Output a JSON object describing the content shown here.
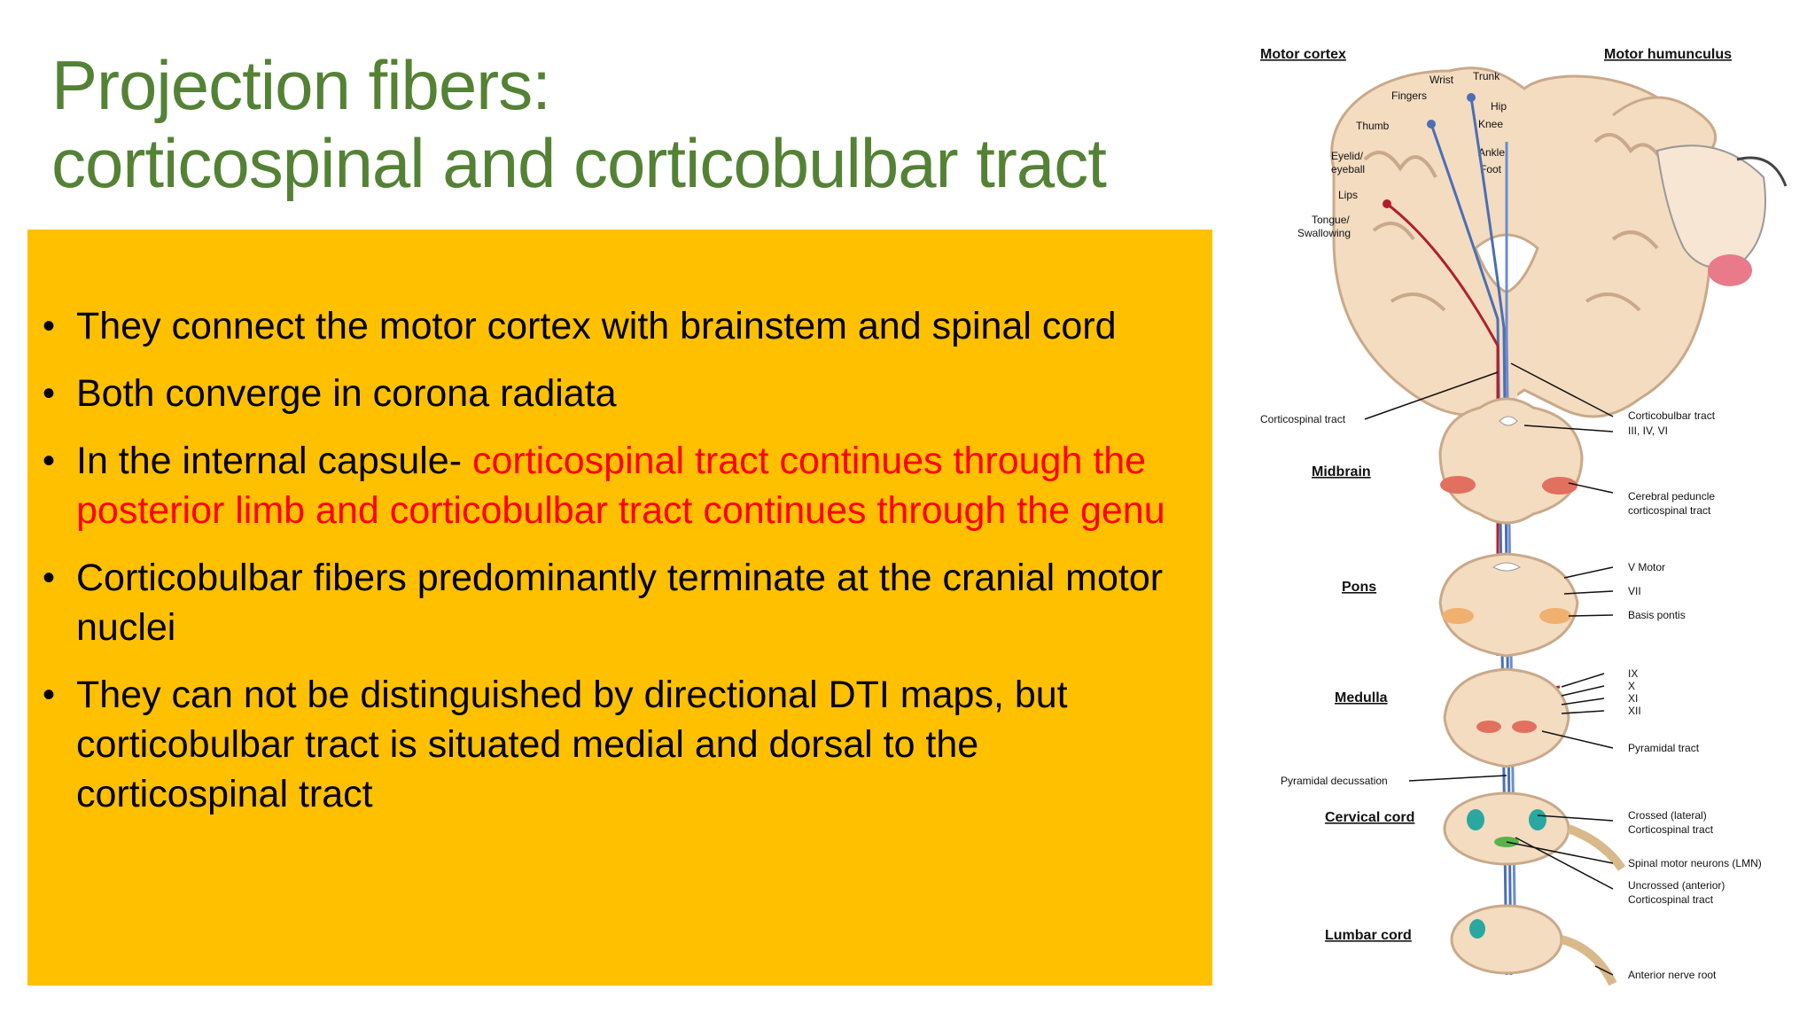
{
  "slide": {
    "title_line1": "Projection fibers:",
    "title_line2": "corticospinal and corticobulbar tract",
    "bullets": [
      {
        "text": "They connect the motor cortex with brainstem and spinal cord"
      },
      {
        "text": "Both converge in corona radiata"
      },
      {
        "text": "In the internal capsule- ",
        "highlight": "corticospinal tract continues through the posterior limb and corticobulbar tract continues through the genu"
      },
      {
        "text": "Corticobulbar fibers predominantly terminate at the cranial motor nuclei"
      },
      {
        "text": "They can not be distinguished by directional DTI maps, but corticobulbar tract is situated medial and dorsal to the corticospinal tract"
      }
    ]
  },
  "figure": {
    "header_left": "Motor cortex",
    "header_right": "Motor humunculus",
    "homunculus_labels": [
      "Wrist",
      "Trunk",
      "Fingers",
      "Hip",
      "Thumb",
      "Knee",
      "Eyelid/",
      "eyeball",
      "Ankle",
      "Foot",
      "Lips",
      "Tongue/",
      "Swallowing"
    ],
    "section_labels": [
      "Midbrain",
      "Pons",
      "Medulla",
      "Cervical cord",
      "Lumbar cord"
    ],
    "left_labels": [
      "Corticospinal tract",
      "Pyramidal decussation"
    ],
    "right_labels": [
      "Corticobulbar tract",
      "III, IV, VI",
      "Cerebral peduncle",
      "corticospinal tract",
      "V Motor",
      "VII",
      "Basis pontis",
      "IX",
      "X",
      "XI",
      "XII",
      "Pyramidal tract",
      "Crossed (lateral)",
      "Corticospinal tract",
      "Spinal motor neurons (LMN)",
      "Uncrossed (anterior)",
      "Corticospinal tract",
      "Anterior nerve root"
    ]
  },
  "colors": {
    "title": "#548235",
    "box": "#FFC000",
    "highlight": "#FF0000",
    "tract_blue": "#4a6fb5",
    "tract_red": "#b0202a",
    "tissue": "#f4dcc0"
  }
}
